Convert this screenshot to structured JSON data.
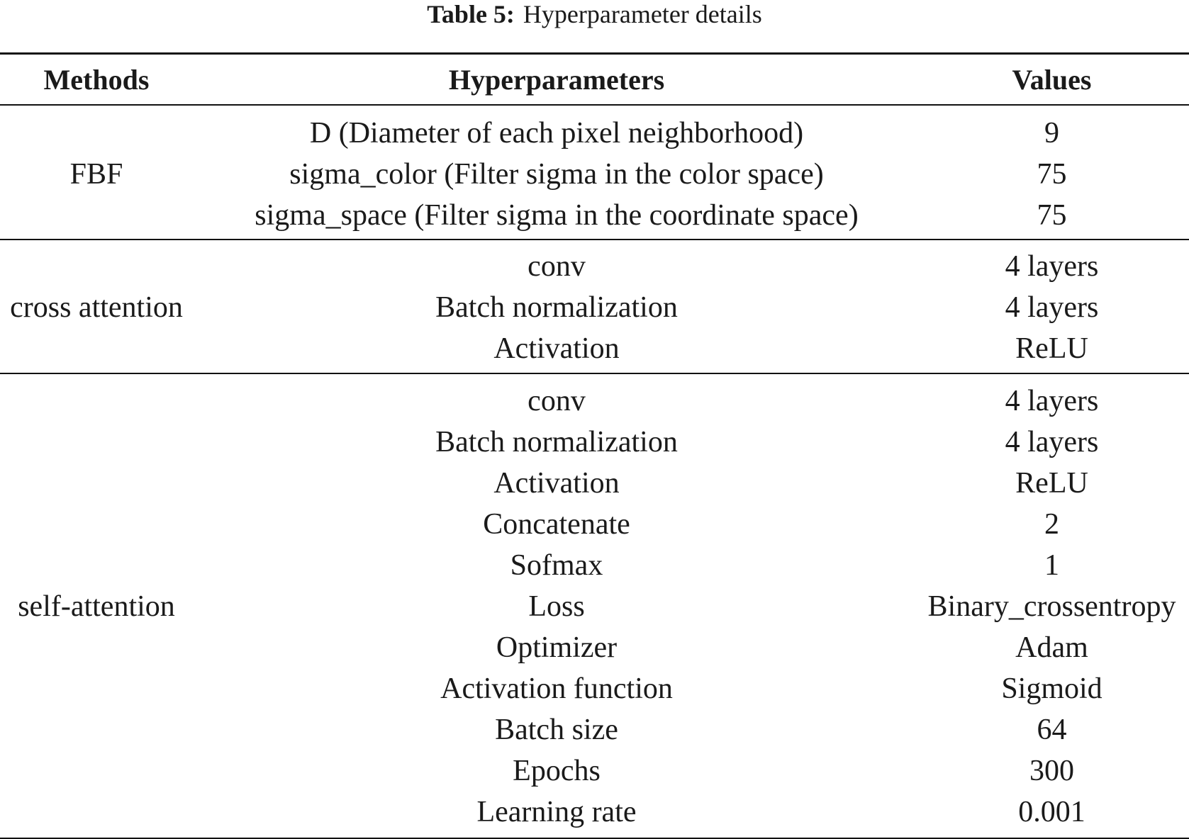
{
  "caption": {
    "label": "Table 5:",
    "text": "Hyperparameter details"
  },
  "headers": {
    "methods": "Methods",
    "hyperparameters": "Hyperparameters",
    "values": "Values"
  },
  "groups": [
    {
      "method": "FBF",
      "rows": [
        {
          "param": "D (Diameter of each pixel neighborhood)",
          "value": "9"
        },
        {
          "param": "sigma_color (Filter sigma in the color space)",
          "value": "75"
        },
        {
          "param": "sigma_space (Filter sigma in the coordinate space)",
          "value": "75"
        }
      ]
    },
    {
      "method": "cross attention",
      "rows": [
        {
          "param": "conv",
          "value": "4 layers"
        },
        {
          "param": "Batch normalization",
          "value": "4 layers"
        },
        {
          "param": "Activation",
          "value": "ReLU"
        }
      ]
    },
    {
      "method": "self-attention",
      "rows": [
        {
          "param": "conv",
          "value": "4 layers"
        },
        {
          "param": "Batch normalization",
          "value": "4 layers"
        },
        {
          "param": "Activation",
          "value": "ReLU"
        },
        {
          "param": "Concatenate",
          "value": "2"
        },
        {
          "param": "Sofmax",
          "value": "1"
        },
        {
          "param": "Loss",
          "value": "Binary_crossentropy"
        },
        {
          "param": "Optimizer",
          "value": "Adam"
        },
        {
          "param": "Activation function",
          "value": "Sigmoid"
        },
        {
          "param": "Batch size",
          "value": "64"
        },
        {
          "param": "Epochs",
          "value": "300"
        },
        {
          "param": "Learning rate",
          "value": "0.001"
        }
      ]
    }
  ]
}
